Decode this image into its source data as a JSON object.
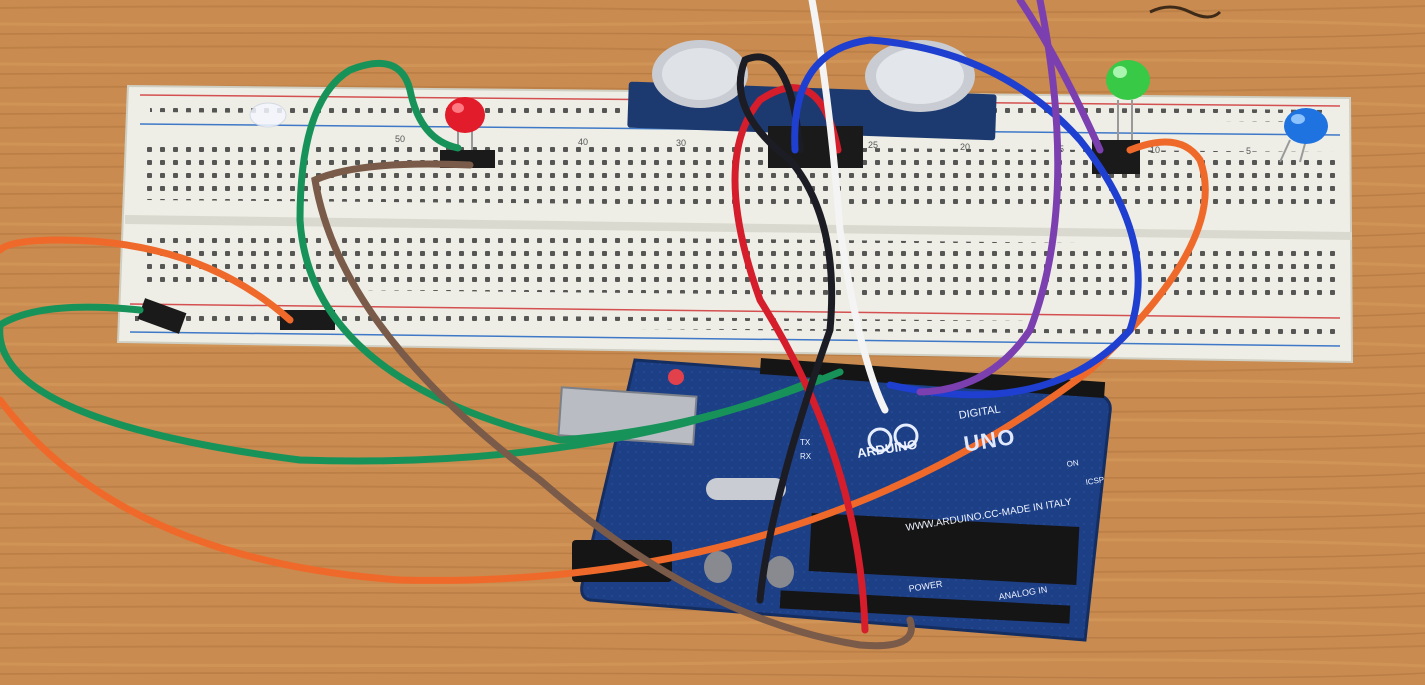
{
  "scene": {
    "description_labels": {
      "board_logo_text": "ARDUINO",
      "board_model": "UNO",
      "board_section_digital": "DIGITAL",
      "board_url": "WWW.ARDUINO.CC-MADE IN ITALY",
      "board_section_power": "POWER",
      "board_section_analog": "ANALOG IN",
      "board_led_on": "ON",
      "board_header_icsp": "ICSP",
      "board_led_tx": "TX",
      "board_led_rx": "RX"
    },
    "breadboard_column_numbers": [
      "50",
      "40",
      "30",
      "25",
      "20",
      "15",
      "10",
      "5"
    ],
    "colors": {
      "table": "#c88a4e",
      "breadboard": "#eeeee7",
      "pcb": "#1d3f86",
      "wire_green": "#17935a",
      "wire_orange": "#ef6a2a",
      "wire_brown": "#7a5a48",
      "wire_red": "#d51d2b",
      "wire_black": "#1c1c24",
      "wire_white": "#f4f4f4",
      "wire_blue": "#1e3fcf",
      "wire_purple": "#7b3fb0"
    }
  }
}
